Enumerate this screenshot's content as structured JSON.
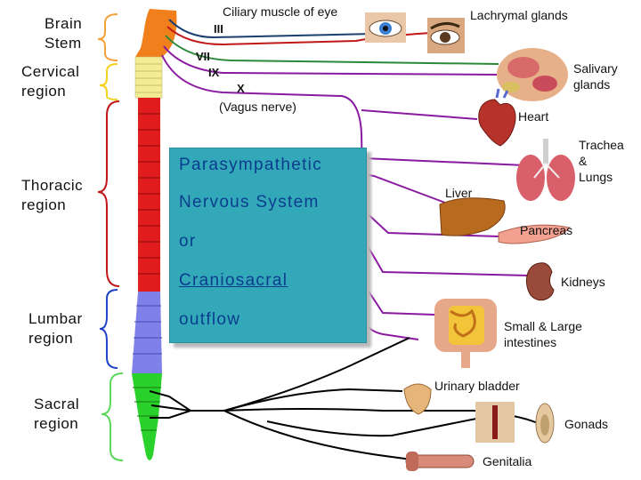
{
  "regions": {
    "brain_stem": [
      "Brain",
      "Stem"
    ],
    "cervical": [
      "Cervical",
      "region"
    ],
    "thoracic": [
      "Thoracic",
      "region"
    ],
    "lumbar": [
      "Lumbar",
      "region"
    ],
    "sacral": [
      "Sacral",
      "region"
    ]
  },
  "nerves": {
    "iii": "III",
    "vii": "VII",
    "ix": "IX",
    "x": "X",
    "vagus": "(Vagus nerve)"
  },
  "organs": {
    "ciliary": "Ciliary muscle of eye",
    "lachrymal": "Lachrymal glands",
    "salivary": [
      "Salivary",
      "glands"
    ],
    "heart": "Heart",
    "trachea": [
      "Trachea",
      "&",
      "Lungs"
    ],
    "liver": "Liver",
    "pancreas": "Pancreas",
    "kidneys": "Kidneys",
    "intestines": [
      "Small & Large",
      "intestines"
    ],
    "bladder": "Urinary bladder",
    "gonads": "Gonads",
    "genitalia": "Genitalia"
  },
  "infobox": {
    "line1": "Parasympathetic",
    "line2": "Nervous System",
    "line3": "or",
    "line4": "Craniosacral",
    "line5": "outflow"
  },
  "colors": {
    "brain_stem": "#f07f1c",
    "cervical": "#f3ec93",
    "thoracic": "#e01c1c",
    "lumbar": "#7f80e8",
    "sacral": "#2bd12b",
    "bracket_brain": "#f3a23a",
    "bracket_cervical": "#f3d21a",
    "bracket_thoracic": "#c01818",
    "bracket_lumbar": "#2244c8",
    "bracket_sacral": "#5ad85a",
    "nerve_iii": "#1a3e6e",
    "nerve_vii": "#c01818",
    "nerve_ix": "#2a8a3a",
    "nerve_x": "#8a1aa0",
    "sacral_nerve": "#000000",
    "infobox_bg": "#33a8b8",
    "infobox_text": "#0b3d8f"
  }
}
